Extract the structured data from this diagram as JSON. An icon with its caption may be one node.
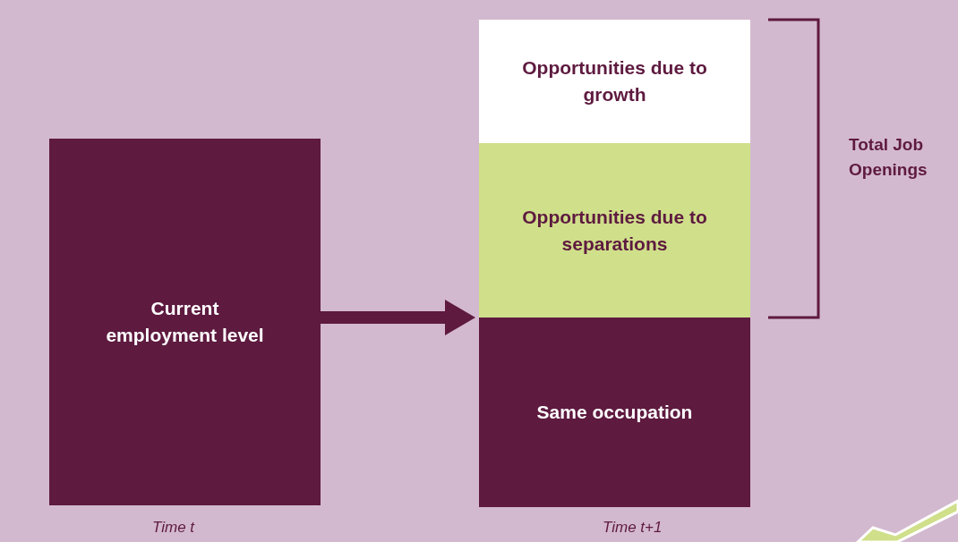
{
  "diagram": {
    "nodes": [
      {
        "text": [
          "Current employment level"
        ],
        "beside": [
          "Time t"
        ]
      },
      {
        "text": [],
        "shape": "box",
        "beside": [
          "Time t+1"
        ]
      },
      {
        "text": [
          "Opportunities due to growth"
        ],
        "in": 1
      },
      {
        "text": [
          "Opportunities due to separations"
        ],
        "in": 1
      },
      {
        "text": [
          "Same occupation"
        ],
        "in": 1
      }
    ],
    "edges": [
      {
        "from": 0,
        "to": 1,
        "arrow": "to"
      }
    ],
    "labels": [
      "Total Job Openings"
    ]
  }
}
